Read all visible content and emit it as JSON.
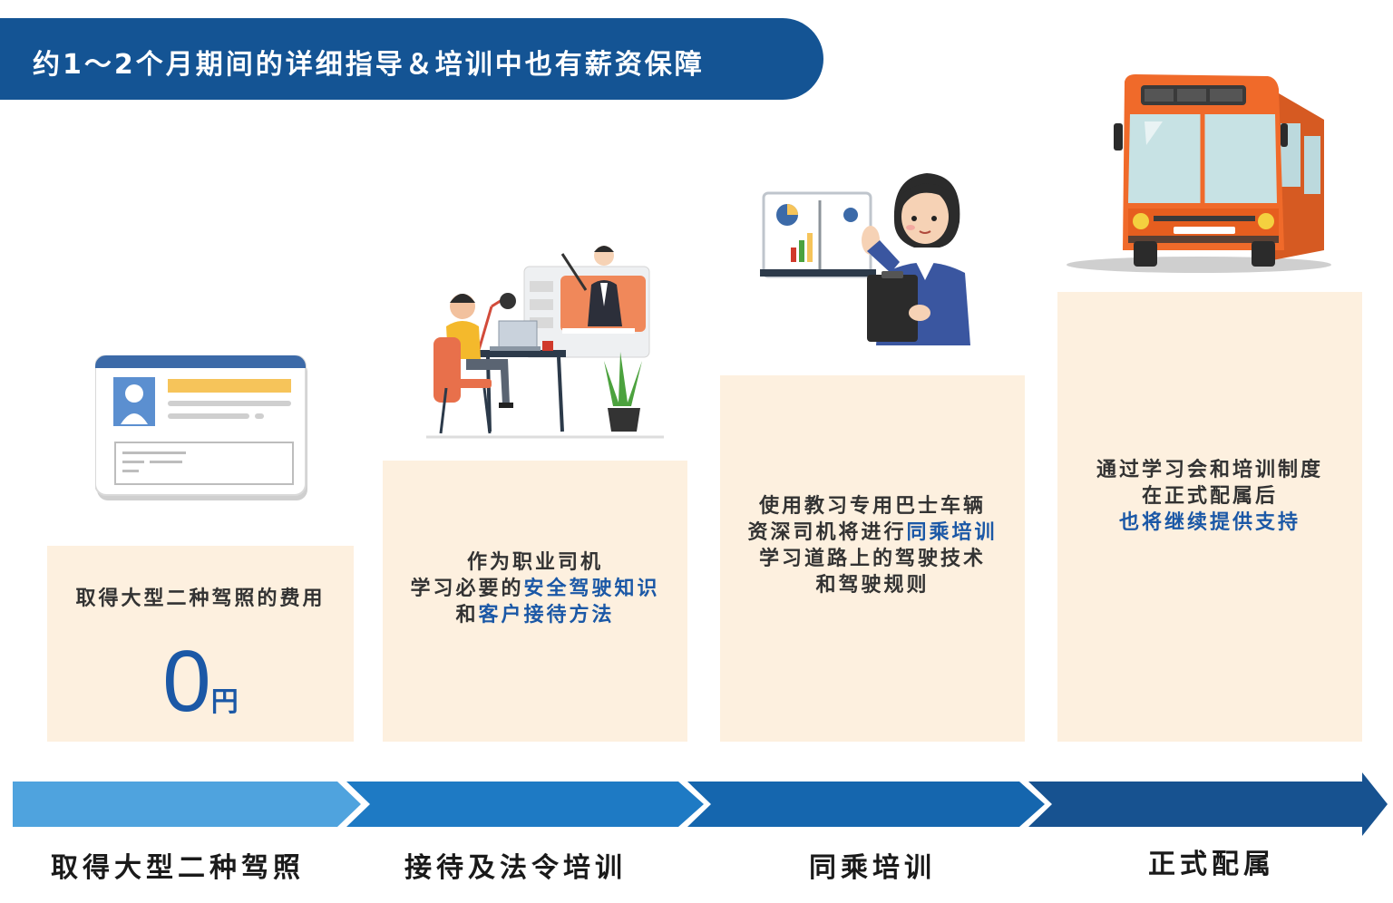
{
  "header": {
    "title": "约1～2个月期间的详细指导＆培训中也有薪资保障"
  },
  "cards": [
    {
      "line1": "取得大型二种驾照的费用",
      "amount": "0",
      "unit": "円"
    },
    {
      "line1": "作为职业司机",
      "line2_plain": "学习必要的",
      "line2_hl": "安全驾驶知识",
      "line3_plain": "和",
      "line3_hl": "客户接待方法"
    },
    {
      "line1": "使用教习专用巴士车辆",
      "line2_plain": "资深司机将进行",
      "line2_hl": "同乘培训",
      "line3": "学习道路上的驾驶技术",
      "line4": "和驾驶规则"
    },
    {
      "line1": "通过学习会和培训制度",
      "line2": "在正式配属后",
      "line3_hl": "也将继续提供支持"
    }
  ],
  "steps": [
    {
      "label": "取得大型二种驾照"
    },
    {
      "label": "接待及法令培训"
    },
    {
      "label": "同乘培训"
    },
    {
      "label": "正式配属"
    }
  ],
  "colors": {
    "banner": "#145494",
    "card_bg": "#fdf0df",
    "highlight": "#1b58a6",
    "arrow1": "#4fa3de",
    "arrow2": "#1e7ac4",
    "arrow3": "#1566ae",
    "arrow4": "#175290",
    "bus": "#f06a2a"
  },
  "icons": [
    "license-card-icon",
    "online-learning-illustration",
    "presenter-illustration",
    "bus-illustration"
  ]
}
